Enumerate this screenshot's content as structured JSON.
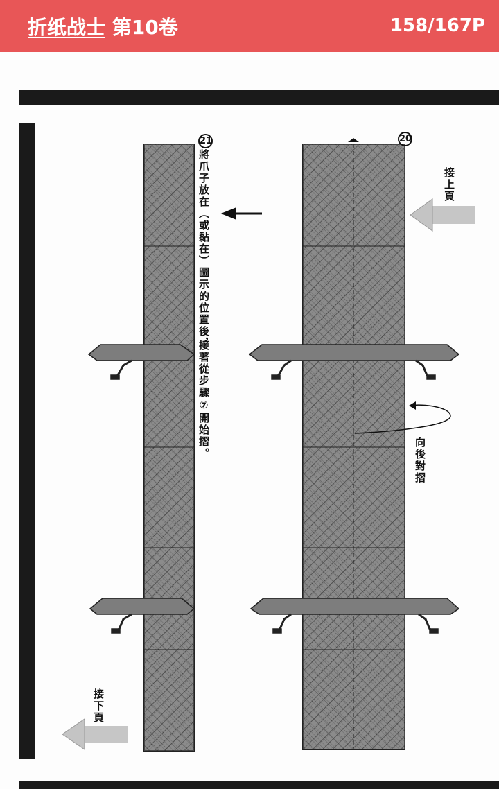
{
  "header": {
    "book_title": "折纸战士",
    "volume": "第10卷",
    "page_indicator": "158/167P"
  },
  "page": {
    "step21": {
      "number": "21",
      "text_col1": "將爪子放在（或黏在）圖示的位置後，",
      "text_col2": "接著從步驟⑦開始摺。"
    },
    "step20": {
      "number": "20"
    },
    "connect_prev": "接上頁",
    "connect_next": "接下頁",
    "fold_back": "向後對摺"
  }
}
